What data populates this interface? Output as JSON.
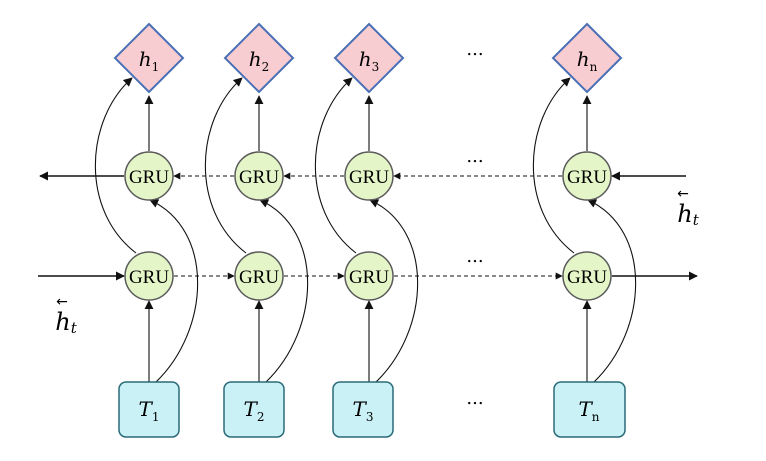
{
  "columns": [
    {
      "output_base": "h",
      "output_sub": "1",
      "input_base": "T",
      "input_sub": "1"
    },
    {
      "output_base": "h",
      "output_sub": "2",
      "input_base": "T",
      "input_sub": "2"
    },
    {
      "output_base": "h",
      "output_sub": "3",
      "input_base": "T",
      "input_sub": "3"
    },
    {
      "output_base": "h",
      "output_sub": "n",
      "input_base": "T",
      "input_sub": "n"
    }
  ],
  "cell_label": "GRU",
  "ellipsis": "...",
  "backward_state": {
    "base": "h",
    "sub": "t",
    "arrow": "←"
  },
  "forward_state": {
    "base": "h",
    "sub": "t",
    "arrow": "←"
  },
  "colors": {
    "output_fill": "#f8cdd2",
    "output_stroke": "#4a6fb5",
    "cell_fill": "#e4f5c8",
    "cell_stroke": "#5a5a5a",
    "input_fill": "#c9f1f6",
    "input_stroke": "#2a6b78",
    "line": "#111111"
  }
}
